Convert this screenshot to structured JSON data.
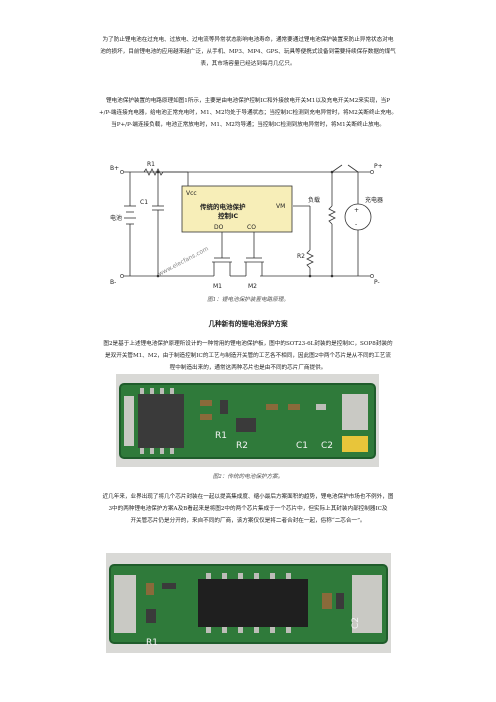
{
  "intro": {
    "lines": [
      "为了防止锂电池在过充电、过放电、过电流等异常状态影响电池寿命，通常要通过锂电池保护装置来防止异常状态对电",
      "池的损坏，目前锂电池的应用越来越广泛，从手机、MP3、MP4、GPS、玩具等便携式设备到需要持续保存数据的煤气",
      "表，其市场容量已经达到每月几亿只。"
    ]
  },
  "p2": {
    "lines": [
      "锂电池保护装置的电路原理如图1所示，主要是由电池保护控制IC和外接放电开关M1以及充电开关M2来实现，当P",
      "+/P-端连接充电器，给电池正常充电时，M1、M2均处于导通状态；当控制IC检测到充电异常时，将M2关断终止充电。",
      "当P+/P-端连接负载，电池正常放电时，M1、M2均导通；当控制IC检测到放电异常时，将M1关断终止放电。"
    ]
  },
  "diagram": {
    "labels": {
      "b_plus": "B+",
      "b_minus": "B-",
      "r1": "R1",
      "c1": "C1",
      "battery": "电池",
      "vcc": "Vcc",
      "chip_line1": "传统的电池保护",
      "chip_line2": "控制IC",
      "vm": "VM",
      "do": "DO",
      "co": "CO",
      "m1": "M1",
      "m2": "M2",
      "r2": "R2",
      "load": "负载",
      "p_plus": "P+",
      "p_minus": "P-",
      "charger": "充电器"
    },
    "watermark": "www.elecfans.com"
  },
  "fig1_caption": "图1：锂电池保护装置电路原理。",
  "section_heading": "几种新有的锂电池保护方案",
  "p3": {
    "lines": [
      "图2是基于上述锂电池保护原理所设计的一种常用的锂电池保护板，图中的SOT23-6L封装的是控制IC，SOP8封装的",
      "是双开关管M1、M2，由于制造控制IC的工艺与制造开关管的工艺各不相同，因此图2中两个芯片是从不同的工艺流",
      "程中制造出来的，通常这两种芯片也是由不同的芯片厂商提供。"
    ]
  },
  "pcb1": {
    "silk": {
      "r1": "R1",
      "r2": "R2",
      "c1": "C1",
      "c2": "C2"
    }
  },
  "fig2_caption": "图2：传统的电池保护方案。",
  "p4": {
    "lines": [
      "近几年来，业界出现了将几个芯片封装在一起以提高集成度、缩小最后方案面积的趋势，锂电池保护市场也不例外，图",
      "3中的两种锂电池保护方案A及B看起来是将图2中的两个芯片集成于一个芯片中，但实际上其封装内部控制器IC及",
      "开关管芯片仍是分开的，来自不同的厂商，该方案仅仅是将二者合封在一起，俗称“二芯合一”。"
    ]
  },
  "pcb2": {
    "silk": {
      "r1": "R1",
      "c2": "C2"
    }
  },
  "colors": {
    "pcb_green": "#2f7a3a",
    "pcb_dark": "#1f5c2b",
    "chip_fill": "#f7eeb8",
    "watermark": "#e44444"
  }
}
